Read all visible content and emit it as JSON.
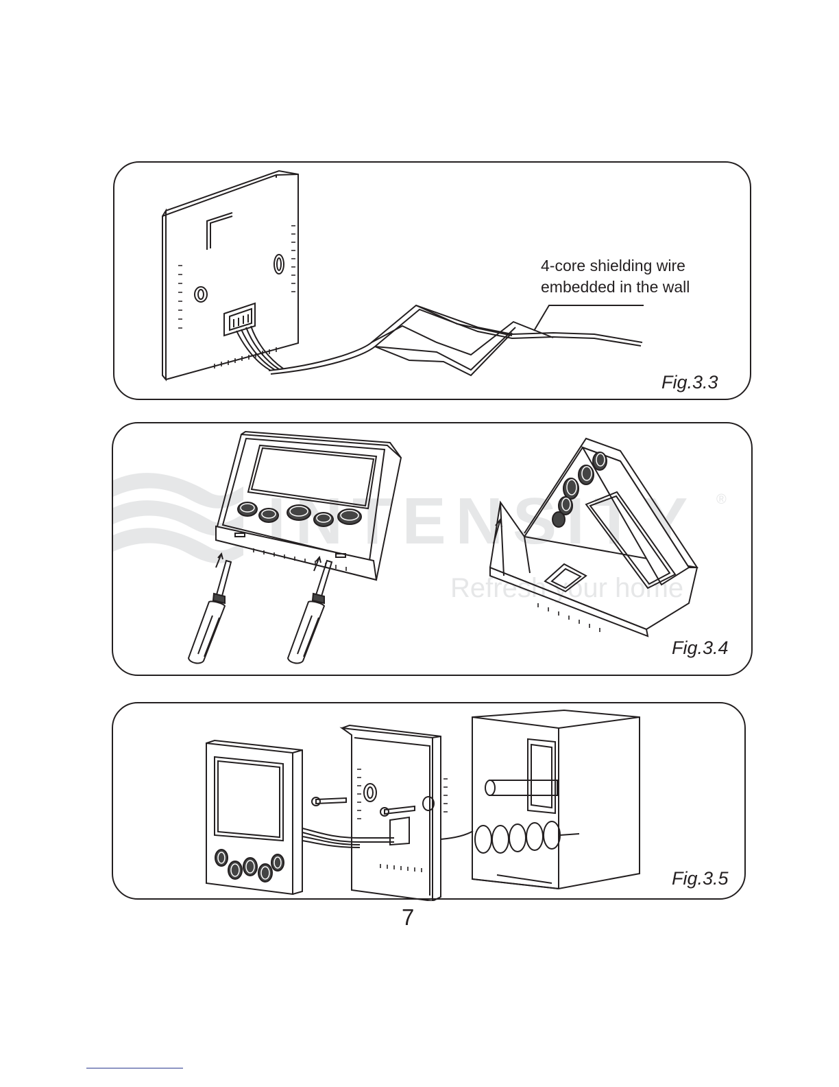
{
  "figures": [
    {
      "id": "fig-3-3",
      "caption": "Fig.3.3",
      "label_lines": [
        "4-core shielding wire",
        "embedded in the wall"
      ]
    },
    {
      "id": "fig-3-4",
      "caption": "Fig.3.4"
    },
    {
      "id": "fig-3-5",
      "caption": "Fig.3.5"
    }
  ],
  "watermark": {
    "brand": "INTENSITY",
    "tagline": "Refresh your home",
    "registered": "®"
  },
  "page_number": "7",
  "colors": {
    "ink": "#231f20",
    "watermark": "#e6e7e8",
    "rule": "#2b3a8f"
  }
}
